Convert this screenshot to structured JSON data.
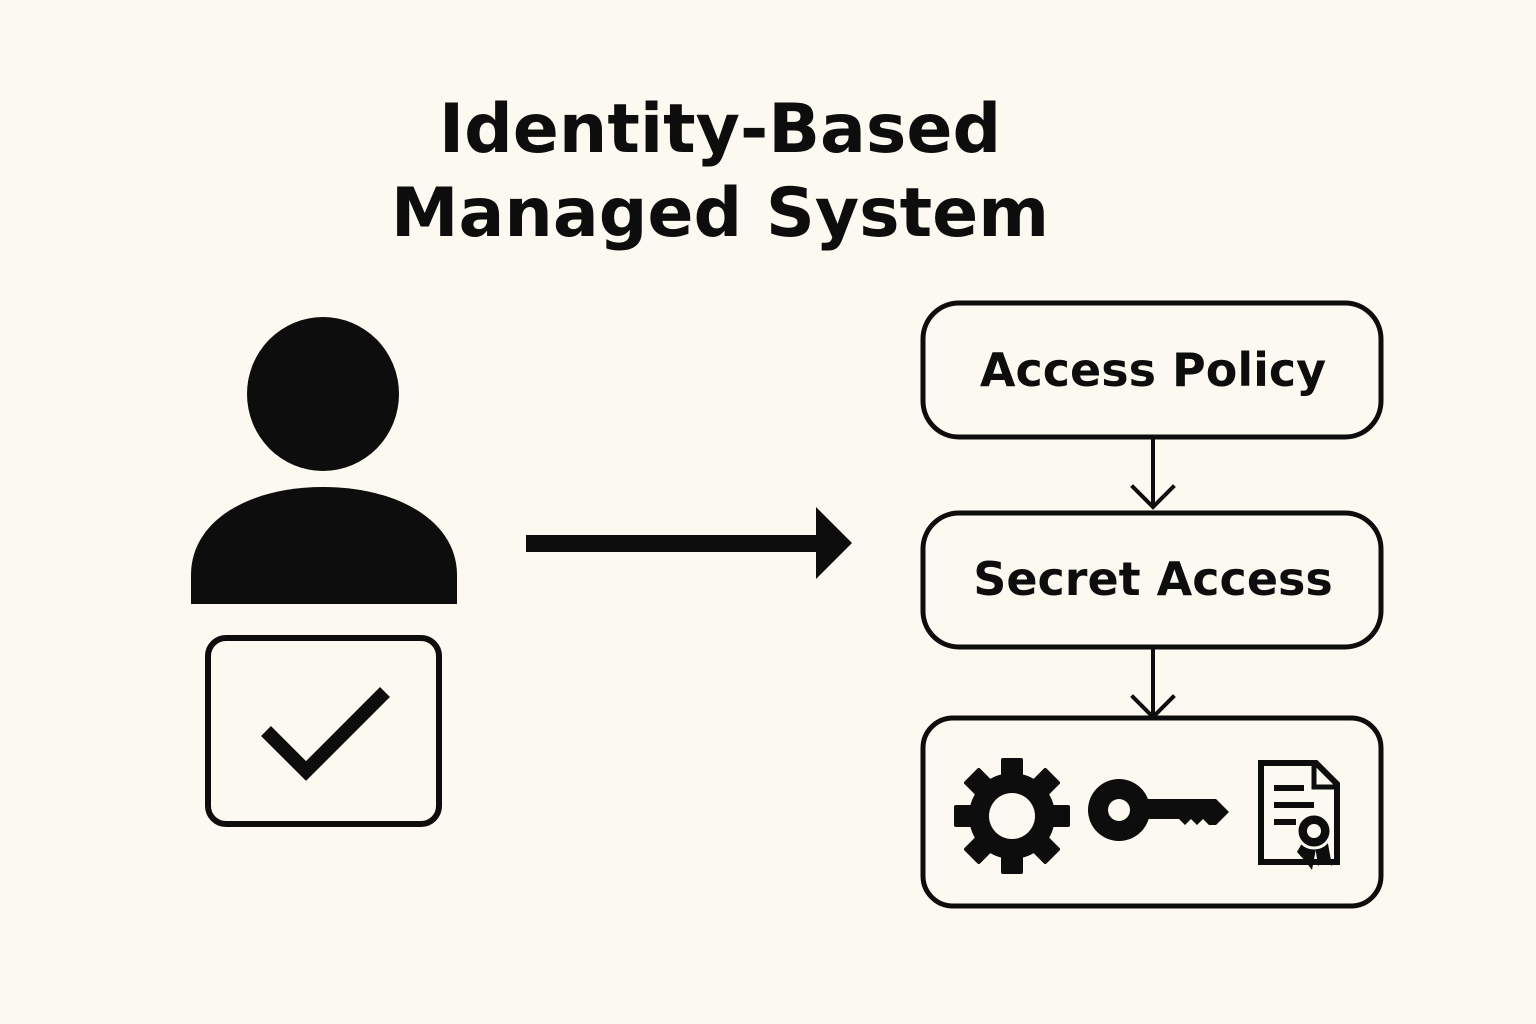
{
  "title": {
    "line1": "Identity-Based",
    "line2": "Managed System"
  },
  "boxes": {
    "access_policy": "Access Policy",
    "secret_access": "Secret Access"
  },
  "icons": {
    "user": "user-icon",
    "verified": "checkbox-check-icon",
    "flow_arrow": "arrow-right-icon",
    "gear": "gear-icon",
    "key": "key-icon",
    "certificate": "certificate-document-icon"
  },
  "colors": {
    "background": "#fcfaf0",
    "ink": "#0d0d0d"
  }
}
